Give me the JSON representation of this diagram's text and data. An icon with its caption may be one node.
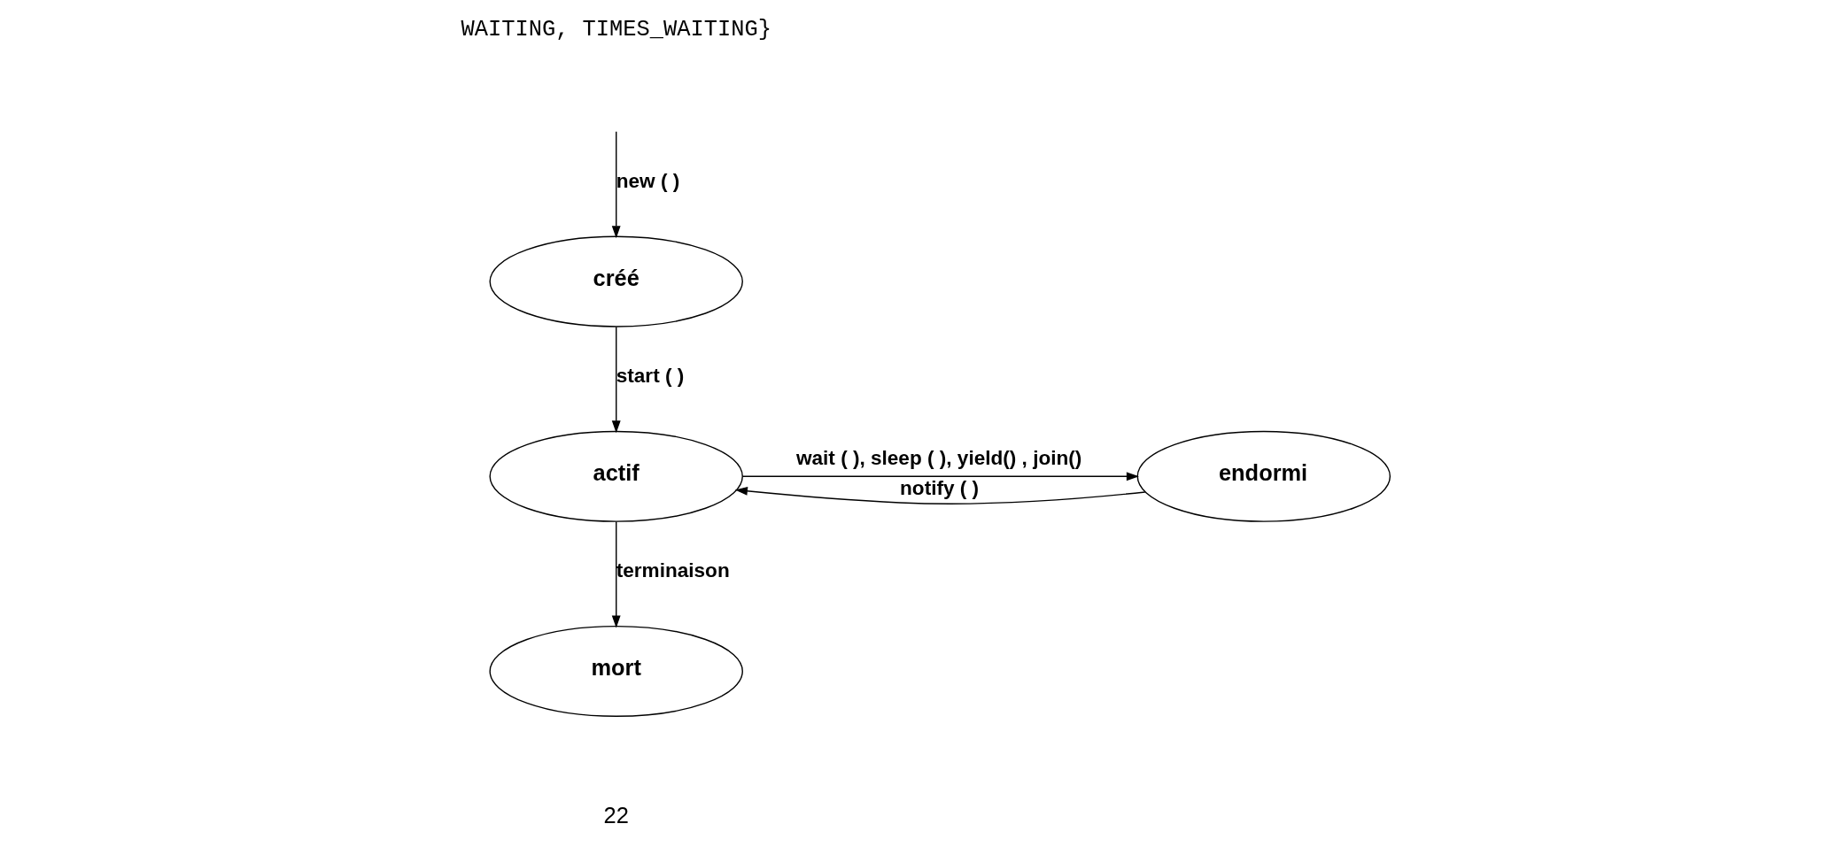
{
  "diagram": {
    "nodes": [
      {
        "text": [
          "créé"
        ]
      },
      {
        "text": [
          "actif"
        ]
      },
      {
        "text": [
          "endormi"
        ]
      },
      {
        "text": [
          "mort"
        ]
      }
    ],
    "edges": [
      {
        "from": null,
        "to": 0,
        "arrow": "to",
        "label": "new ( )"
      },
      {
        "from": 0,
        "to": 1,
        "arrow": "to",
        "label": "start ( )"
      },
      {
        "from": 1,
        "to": 2,
        "arrow": "to",
        "label": "wait ( ), sleep ( ), yield() , join()"
      },
      {
        "from": 2,
        "to": 1,
        "arrow": "to",
        "label": "notify ( )"
      },
      {
        "from": 1,
        "to": 3,
        "arrow": "to",
        "label": "terminaison"
      }
    ],
    "labels": [
      "WAITING, TIMES_WAITING}",
      "22"
    ]
  }
}
